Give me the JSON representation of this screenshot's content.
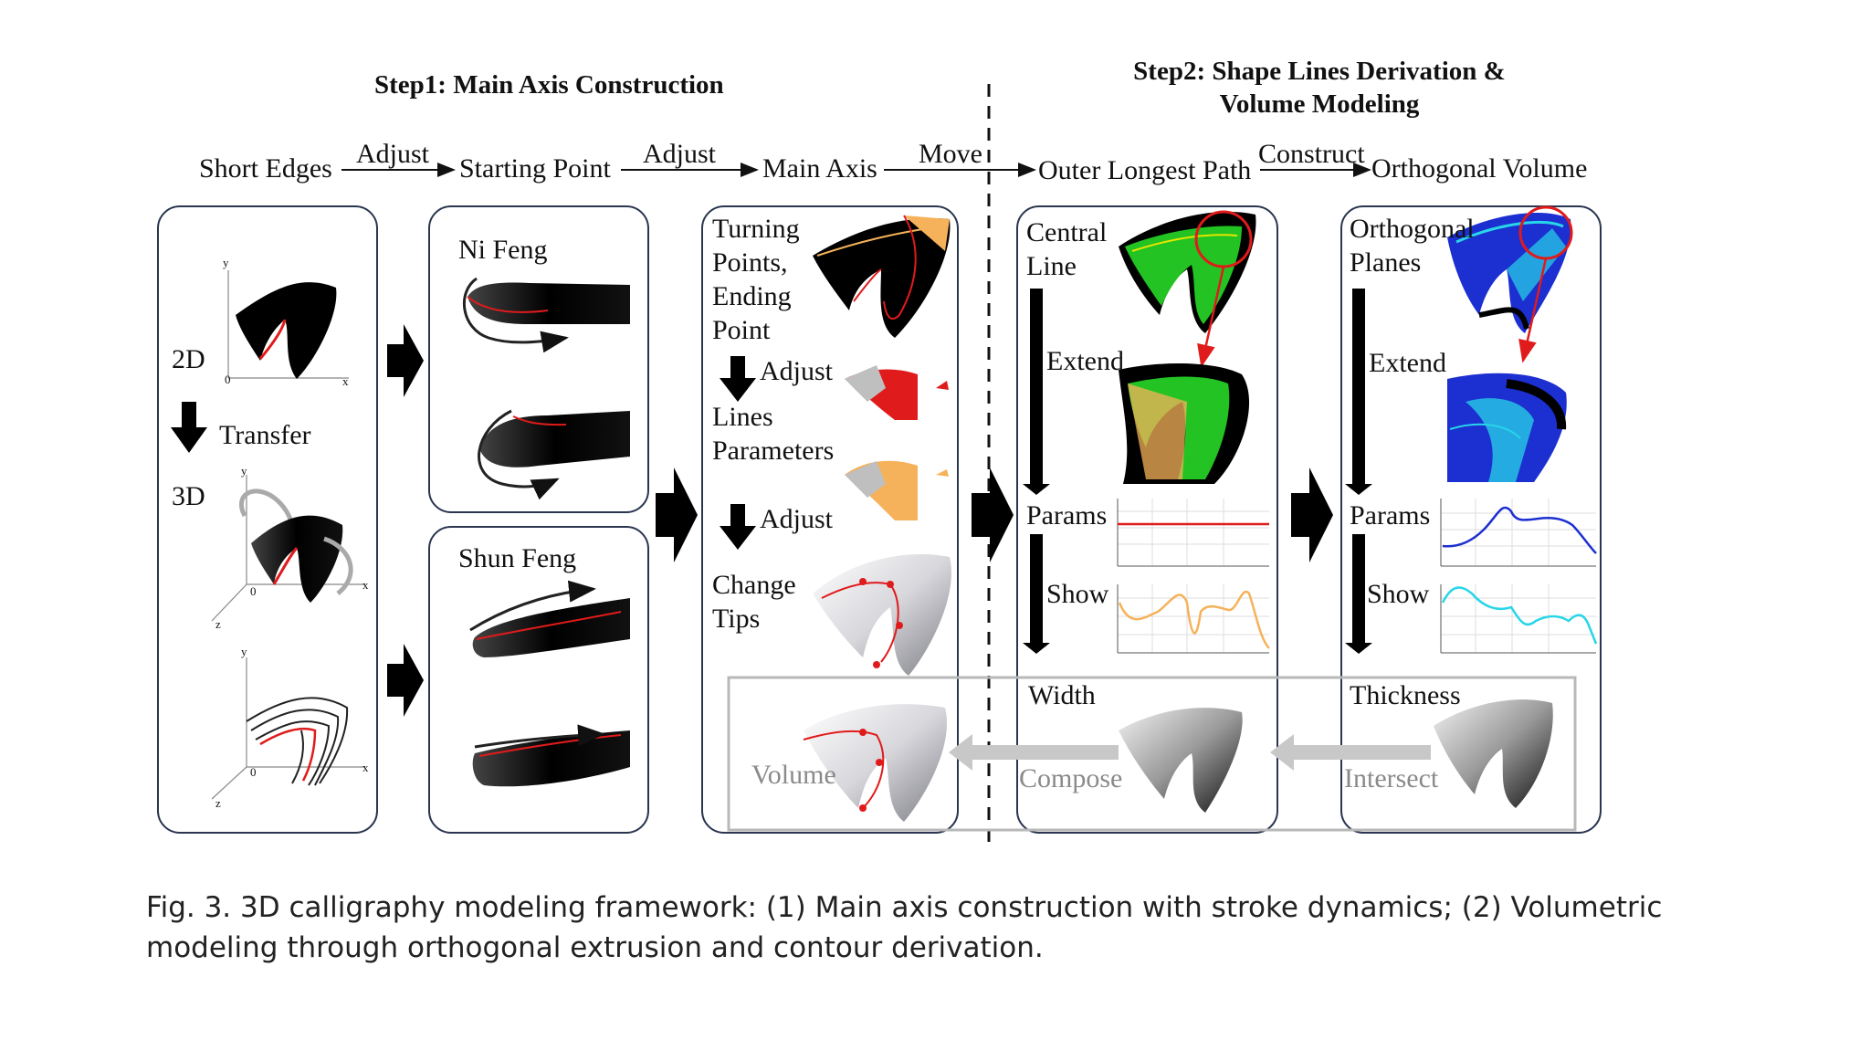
{
  "steps": {
    "step1": "Step1: Main Axis Construction",
    "step2_line1": "Step2: Shape Lines Derivation &",
    "step2_line2": "Volume Modeling"
  },
  "flow": {
    "nodes": [
      "Short Edges",
      "Starting Point",
      "Main Axis",
      "Outer Longest Path",
      "Orthogonal Volume"
    ],
    "edges": [
      "Adjust",
      "Adjust",
      "Move",
      "Construct"
    ]
  },
  "panel1": {
    "label_2d": "2D",
    "transfer": "Transfer",
    "label_3d": "3D"
  },
  "panel2": {
    "ni_feng": "Ni Feng",
    "shun_feng": "Shun Feng"
  },
  "panel3": {
    "turning_l1": "Turning",
    "turning_l2": "Points,",
    "turning_l3": "Ending",
    "turning_l4": "Point",
    "adjust1": "Adjust",
    "lines_l1": "Lines",
    "lines_l2": "Parameters",
    "adjust2": "Adjust",
    "change_l1": "Change",
    "change_l2": "Tips",
    "volume": "Volume"
  },
  "panel4": {
    "central_l1": "Central",
    "central_l2": "Line",
    "extend": "Extend",
    "params": "Params",
    "show": "Show",
    "width": "Width",
    "compose": "Compose"
  },
  "panel5": {
    "orth_l1": "Orthogonal",
    "orth_l2": "Planes",
    "extend": "Extend",
    "params": "Params",
    "show": "Show",
    "thickness": "Thickness",
    "intersect": "Intersect"
  },
  "axes": {
    "x": "x",
    "y": "y",
    "z": "z",
    "zero": "0"
  },
  "caption_l1": "Fig. 3.  3D calligraphy modeling framework: (1) Main axis construction with stroke dynamics; (2) Volumetric",
  "caption_l2": "modeling through orthogonal extrusion and contour derivation.",
  "colors": {
    "green": "#22c322",
    "orange": "#f5b25a",
    "blue": "#1c2fd0",
    "cyan": "#27d6e8",
    "red": "#e01b1b"
  }
}
